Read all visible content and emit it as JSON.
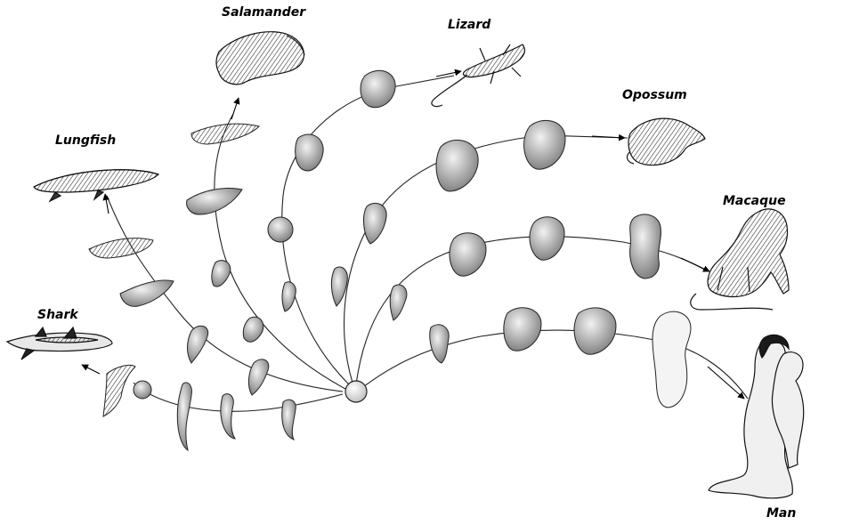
{
  "labels": {
    "shark": "Shark",
    "lungfish": "Lungfish",
    "salamander": "Salamander",
    "lizard": "Lizard",
    "opossum": "Opossum",
    "macaque": "Macaque",
    "man": "Man"
  },
  "colors": {
    "stroke": "#222222",
    "shade": "#8a8a8a",
    "light": "#d9d9d9",
    "ink": "#000000"
  },
  "icons": [
    "egg-icon",
    "embryo-icon",
    "shark-icon",
    "lungfish-icon",
    "salamander-icon",
    "lizard-icon",
    "opossum-icon",
    "macaque-icon",
    "human-icon"
  ]
}
